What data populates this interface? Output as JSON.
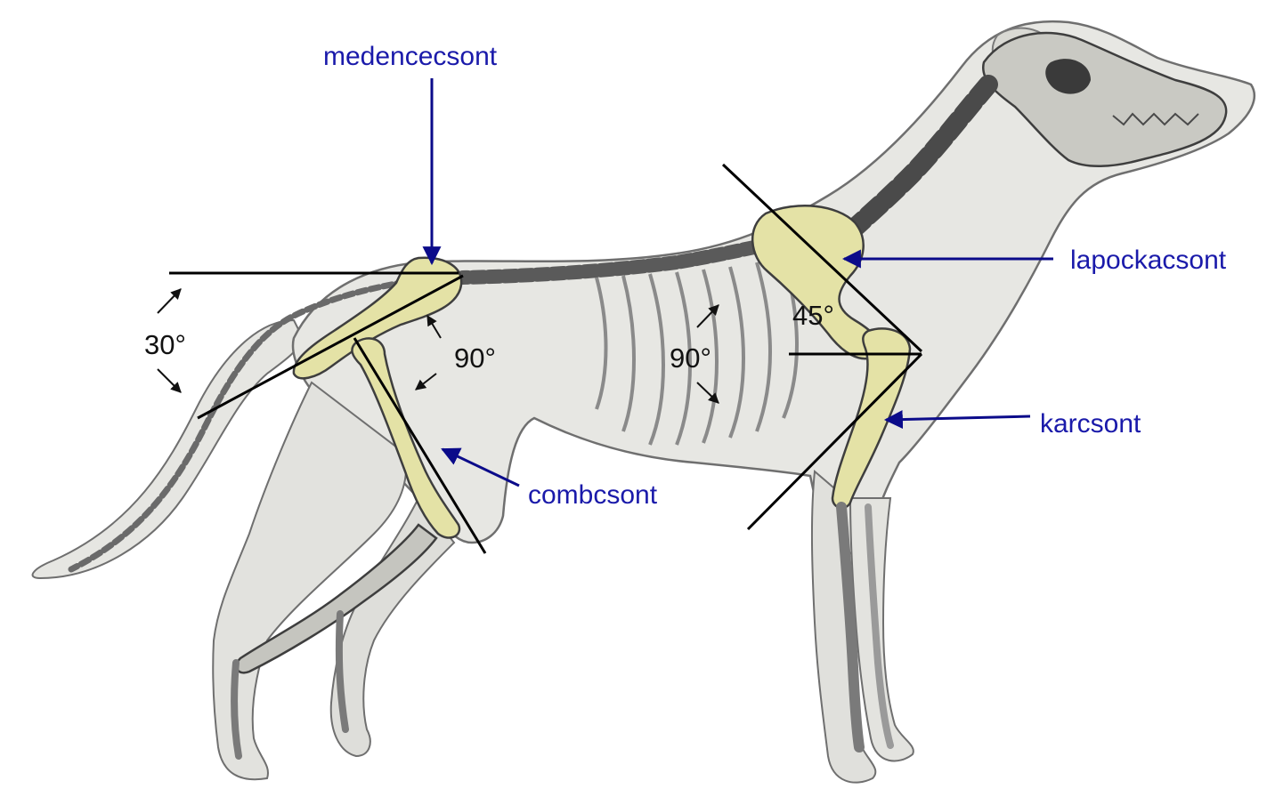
{
  "labels": {
    "pelvis": "medencecsont",
    "scapula": "lapockacsont",
    "humerus": "karcsont",
    "femur": "combcsont"
  },
  "angles": {
    "pelvis_tilt": "30°",
    "hip_joint": "90°",
    "shoulder_joint": "90°",
    "scapula_tilt": "45°"
  },
  "colors": {
    "label_text": "#1a1aaa",
    "pointer": "#0b0b8a",
    "guide_line": "#000000",
    "bone_highlight": "#e4e2a6",
    "body_fill": "#e7e7e3"
  }
}
